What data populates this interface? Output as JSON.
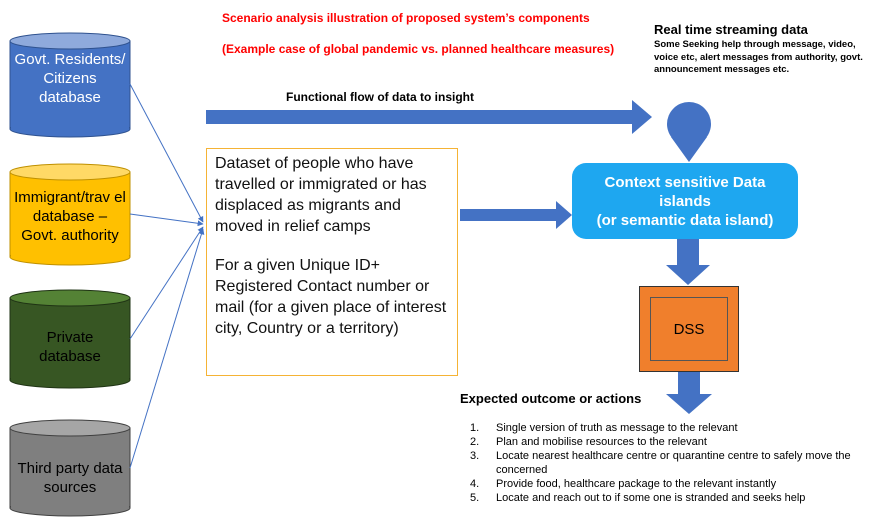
{
  "header": {
    "title_line1": "Scenario analysis illustration of proposed system’s components",
    "title_line2": "(Example case of global pandemic vs. planned healthcare measures)"
  },
  "realtime": {
    "title": "Real time streaming data",
    "body": "Some Seeking help through message, video, voice etc, alert messages from authority, govt. announcement messages etc."
  },
  "flow_label": "Functional flow of data to insight",
  "databases": [
    {
      "label": "Govt. Residents/ Citizens database",
      "color": "#4472c4"
    },
    {
      "label": "Immigrant/trav el database – Govt. authority",
      "color": "#ffc000"
    },
    {
      "label": "Private database",
      "color": "#375623"
    },
    {
      "label": "Third party data sources",
      "color": "#7f7f7f"
    }
  ],
  "dataset": {
    "para1": "Dataset of people who have travelled or immigrated or has displaced as migrants and moved in relief camps",
    "para2": "For a given Unique ID+ Registered Contact number or mail (for a given place of interest city, Country or a territory)"
  },
  "context_box": {
    "line1": "Context sensitive Data islands",
    "line2": "(or semantic data island)"
  },
  "dss_label": "DSS",
  "outcomes": {
    "title": "Expected outcome or actions",
    "items": [
      {
        "num": "1.",
        "text": "Single version of truth as message to the relevant"
      },
      {
        "num": "2.",
        "text": "Plan and mobilise resources to the relevant"
      },
      {
        "num": "3.",
        "text": "Locate nearest healthcare centre or quarantine centre to safely move the concerned"
      },
      {
        "num": "4.",
        "text": "Provide food, healthcare package to the relevant instantly"
      },
      {
        "num": "5.",
        "text": " Locate and reach out to if some one is stranded and seeks help"
      }
    ]
  },
  "colors": {
    "arrow": "#4472c4",
    "context_box": "#1ea7f0",
    "dss": "#f07f2c",
    "title_red": "#ff0000"
  }
}
